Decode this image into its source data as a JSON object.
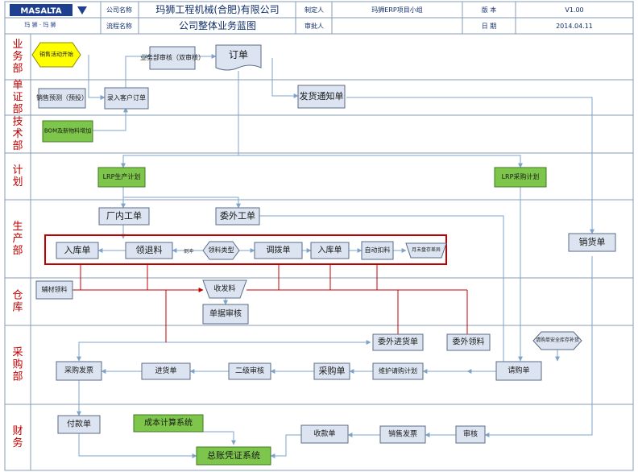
{
  "header": {
    "logo_text": "MASALTA",
    "logo_sub": "玛 狮 · 玛 狮",
    "company_label": "公司名称",
    "company_name": "玛狮工程机械(合肥)有限公司",
    "flow_label": "流程名称",
    "flow_name": "公司整体业务蓝图",
    "maker_label": "制定人",
    "maker_value": "玛狮ERP项目小组",
    "approver_label": "审批人",
    "approver_value": "",
    "version_label": "版 本",
    "version_value": "V1.00",
    "date_label": "日 期",
    "date_value": "2014.04.11"
  },
  "lanes": [
    "业务部",
    "单证部",
    "技术部",
    "计划",
    "生产部",
    "仓库",
    "采购部",
    "财务"
  ],
  "nodes": {
    "sales_activity": "销售活动开始",
    "dept_review": "业务部审核（双审核）",
    "order": "订单",
    "sales_forecast": "销售预测（预投）",
    "enter_order": "录入客户订单",
    "ship_notice": "发货通知单",
    "bom": "BOM及新物料增加",
    "lrp_prod": "LRP生产计划",
    "lrp_purchase": "LRP采购计划",
    "inhouse_order": "厂内工单",
    "outsource_order": "委外工单",
    "stock_in_1": "入库单",
    "pick_return": "领退料",
    "backflush_label": "倒冲",
    "pick_type": "领料类型",
    "transfer": "调拨单",
    "stock_in_2": "入库单",
    "auto_deduct": "自动扣料",
    "month_end": "月末盘存差异",
    "sales_slip": "销货单",
    "aux_pick": "辅材领料",
    "issue_material": "收发料",
    "doc_review": "单据审核",
    "outsource_in": "委外进货单",
    "outsource_pick": "委外领料",
    "safety_stock": "请购单安全库存补货",
    "purchase_invoice": "采购发票",
    "goods_receipt": "进货单",
    "second_review": "二级审核",
    "purchase_order": "采购单",
    "maintain_pr": "维护请购计划",
    "purchase_request": "请购单",
    "payment": "付款单",
    "cost_system": "成本计算系统",
    "gl_system": "总账凭证系统",
    "receipt": "收款单",
    "sales_invoice": "销售发票",
    "fin_review": "审核"
  },
  "colors": {
    "header_text": "#0f2f6a",
    "header_line": "#8a9bb5",
    "lane_text": "#c00000",
    "node_fill": "#dbe4f0",
    "node_stroke": "#5b6b86",
    "green_fill": "#7dc64b",
    "green_stroke": "#3c7a20",
    "yellow_fill": "#ffff00",
    "flow_line": "#7fa3c8",
    "red_line": "#c00000"
  }
}
